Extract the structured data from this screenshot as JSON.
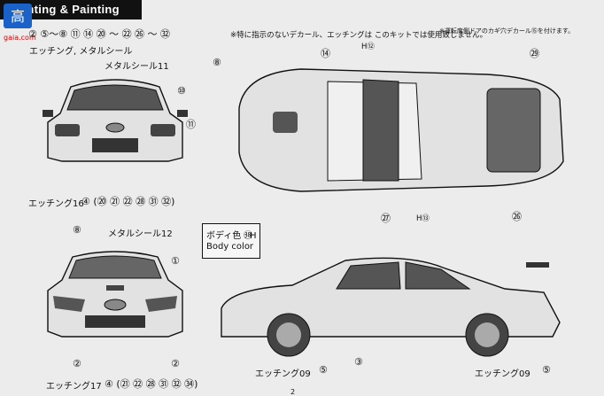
{
  "watermark": {
    "site_text": "gaia.com"
  },
  "header": {
    "title": "Painting & Painting",
    "note": "※特に指示のないデカール、エッチングは このキットでは使用致しません。"
  },
  "top_row": {
    "steps": "② ⑤〜⑧ ⑪ ⑭ ⑳ 〜 ㉒ ㉖ 〜 ㉜",
    "sub": "エッチング, メタルシール"
  },
  "rear_view": {
    "metal_seal": "メタルシール11",
    "metal_seal_num": "⑧",
    "callout_10": "⑩",
    "callout_11": "⑪",
    "etching": "エッチング16",
    "etching_parts": "④ (⑳ ㉑ ㉒ ㉘ ㉛ ㉜)"
  },
  "front_view": {
    "callout_8": "⑧",
    "metal_seal": "メタルシール12",
    "callout_1": "①",
    "callout_2_left": "②",
    "callout_2_right": "②",
    "etching": "エッチング17",
    "etching_parts": "④ (㉑ ㉒ ㉘ ㉛ ㉜ ㉞)"
  },
  "top_view": {
    "callout_14": "⑭",
    "h_label_top": "H⑫",
    "note_box": "※運転席側ドアのカギ穴デカール⑮を付けます。",
    "callout_29": "㉙",
    "callout_27": "㉗",
    "h_label_bottom": "H⑬",
    "callout_26": "㉖"
  },
  "body_color": {
    "label_jp": "ボディ色 : H",
    "num": "⑱",
    "label_en": "Body color"
  },
  "side_view": {
    "etching_left": "エッチング09",
    "num_left": "⑤",
    "callout_3": "③",
    "etching_right": "エッチング09",
    "num_right": "⑤"
  },
  "footer": {
    "page": "2"
  }
}
